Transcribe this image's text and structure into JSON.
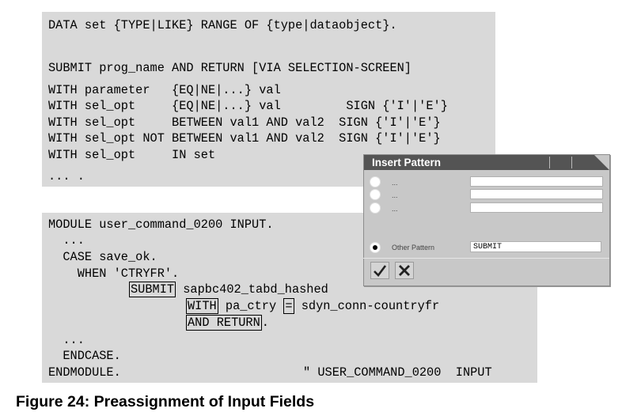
{
  "code_top": [
    "DATA set {TYPE|LIKE} RANGE OF {type|dataobject}.",
    "",
    "SUBMIT prog_name AND RETURN [VIA SELECTION-SCREEN]",
    "WITH parameter   {EQ|NE|...} val",
    "WITH sel_opt     {EQ|NE|...} val         SIGN {'I'|'E'}",
    "WITH sel_opt     BETWEEN val1 AND val2  SIGN {'I'|'E'}",
    "WITH sel_opt NOT BETWEEN val1 AND val2  SIGN {'I'|'E'}",
    "WITH sel_opt     IN set",
    "... ."
  ],
  "code_bottom": {
    "line1": "MODULE user_command_0200 INPUT.",
    "line2": "  ...",
    "line3": "  CASE save_ok.",
    "line4": "    WHEN 'CTRYFR'.",
    "submit_kw": "SUBMIT",
    "submit_rest": " sapbc402_tabd_hashed",
    "with_kw": "WITH",
    "param": " pa_ctry ",
    "eq": "=",
    "param_val": " sdyn_conn-countryfr",
    "and_return": "AND RETURN",
    "dot": ".",
    "line8": "  ...",
    "line9": "  ENDCASE.",
    "line10": "ENDMODULE.",
    "comment": "\" USER_COMMAND_0200  INPUT"
  },
  "dialog": {
    "title": "Insert Pattern",
    "options": [
      {
        "label": "...",
        "checked": false
      },
      {
        "label": "...",
        "checked": false
      },
      {
        "label": "...",
        "checked": false
      }
    ],
    "other_label": "Other Pattern",
    "other_value": "SUBMIT",
    "other_checked": true,
    "ok_icon": "checkmark-icon",
    "cancel_icon": "cross-icon"
  },
  "caption": "Figure 24: Preassignment of Input Fields"
}
